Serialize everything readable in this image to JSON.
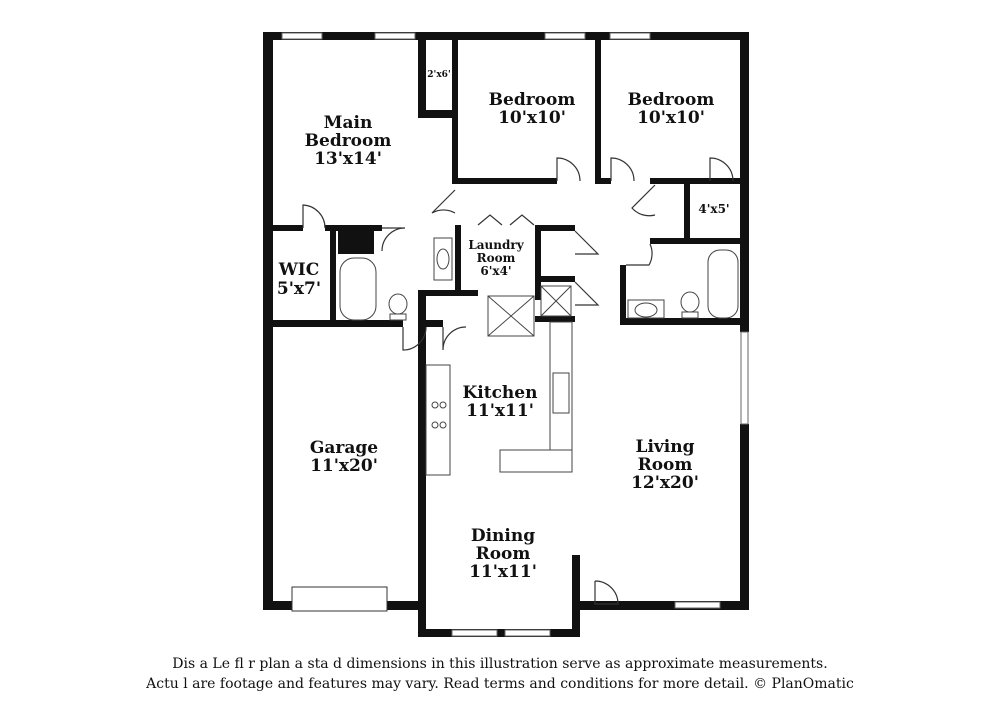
{
  "rooms": {
    "main_bedroom": {
      "name1": "Main",
      "name2": "Bedroom",
      "size": "13'x14'"
    },
    "bedroom_1": {
      "name": "Bedroom",
      "size": "10'x10'"
    },
    "bedroom_2": {
      "name": "Bedroom",
      "size": "10'x10'"
    },
    "closet_small": {
      "size": "2'x6'"
    },
    "closet_hall": {
      "size": "4'x5'"
    },
    "wic": {
      "name": "WIC",
      "size": "5'x7'"
    },
    "laundry": {
      "name1": "Laundry",
      "name2": "Room",
      "size": "6'x4'"
    },
    "kitchen": {
      "name": "Kitchen",
      "size": "11'x11'"
    },
    "garage": {
      "name": "Garage",
      "size": "11'x20'"
    },
    "living": {
      "name1": "Living",
      "name2": "Room",
      "size": "12'x20'"
    },
    "dining": {
      "name1": "Dining",
      "name2": "Room",
      "size": "11'x11'"
    }
  },
  "disclaimer": {
    "line1": "Dis    a       Le fl    r  plan a    sta   d dimensions in this illustration serve as approximate measurements.",
    "line2": "Actu  l     are footage and features may vary. Read terms and conditions for more detail. © PlanOmatic"
  }
}
